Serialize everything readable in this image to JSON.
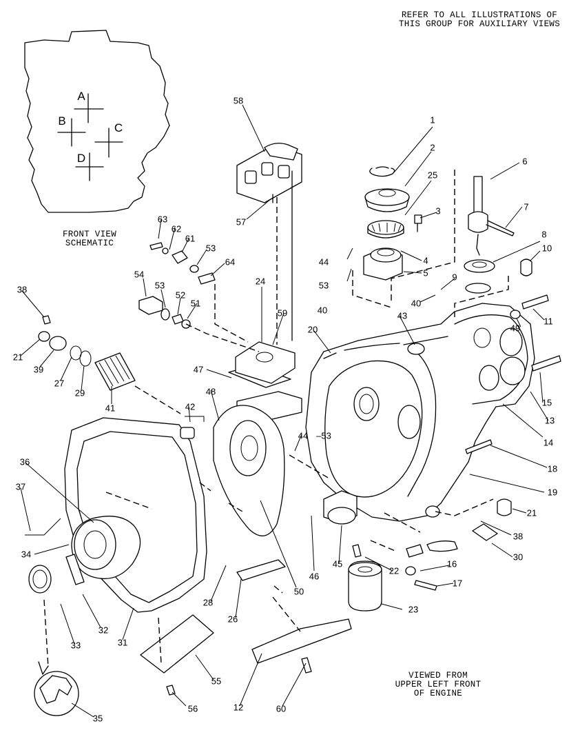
{
  "header_note": [
    "REFER TO ALL ILLUSTRATIONS OF",
    "THIS GROUP FOR AUXILIARY VIEWS"
  ],
  "schematic": {
    "caption": [
      "FRONT VIEW",
      "SCHEMATIC"
    ],
    "markers": [
      "A",
      "B",
      "C",
      "D"
    ]
  },
  "view_note": [
    "VIEWED FROM",
    "UPPER LEFT FRONT",
    "OF ENGINE"
  ],
  "callouts": [
    "1",
    "2",
    "25",
    "3",
    "44",
    "4",
    "53",
    "5",
    "6",
    "7",
    "8",
    "10",
    "9",
    "40",
    "11",
    "49",
    "43",
    "40",
    "20",
    "15",
    "13",
    "14",
    "18",
    "19",
    "21",
    "38",
    "30",
    "16",
    "17",
    "22",
    "45",
    "23",
    "46",
    "50",
    "26",
    "12",
    "60",
    "44",
    "53",
    "48",
    "42",
    "47",
    "59",
    "24",
    "58",
    "57",
    "63",
    "62",
    "61",
    "53",
    "64",
    "54",
    "53",
    "52",
    "51",
    "38",
    "21",
    "39",
    "27",
    "29",
    "41",
    "36",
    "37",
    "34",
    "32",
    "33",
    "31",
    "28",
    "55",
    "56",
    "35"
  ]
}
